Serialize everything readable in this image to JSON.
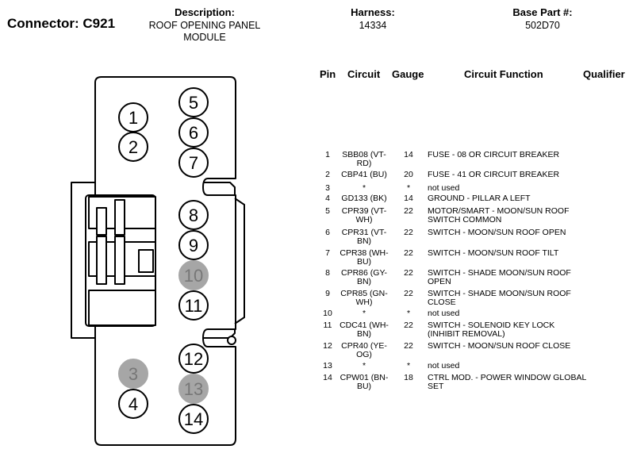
{
  "header": {
    "connector_label": "Connector: C921",
    "description_label": "Description:",
    "description_value": "ROOF OPENING PANEL MODULE",
    "harness_label": "Harness:",
    "harness_value": "14334",
    "base_part_label": "Base Part #:",
    "base_part_value": "502D70"
  },
  "diagram": {
    "pins": [
      {
        "num": "1",
        "filled": false
      },
      {
        "num": "2",
        "filled": false
      },
      {
        "num": "3",
        "filled": true
      },
      {
        "num": "4",
        "filled": false
      },
      {
        "num": "5",
        "filled": false
      },
      {
        "num": "6",
        "filled": false
      },
      {
        "num": "7",
        "filled": false
      },
      {
        "num": "8",
        "filled": false
      },
      {
        "num": "9",
        "filled": false
      },
      {
        "num": "10",
        "filled": true
      },
      {
        "num": "11",
        "filled": false
      },
      {
        "num": "12",
        "filled": false
      },
      {
        "num": "13",
        "filled": true
      },
      {
        "num": "14",
        "filled": false
      }
    ],
    "colors": {
      "used": "#ffffff",
      "unused": "#a6a6a6",
      "stroke": "#000000"
    }
  },
  "table": {
    "headers": {
      "pin": "Pin",
      "circuit": "Circuit",
      "gauge": "Gauge",
      "function": "Circuit Function",
      "qualifier": "Qualifier"
    },
    "rows": [
      {
        "pin": "1",
        "circuit": "SBB08 (VT-RD)",
        "gauge": "14",
        "function": "FUSE - 08 OR CIRCUIT BREAKER"
      },
      {
        "pin": "2",
        "circuit": "CBP41 (BU)",
        "gauge": "20",
        "function": "FUSE - 41 OR CIRCUIT BREAKER"
      },
      {
        "pin": "3",
        "circuit": "*",
        "gauge": "*",
        "function": "not used"
      },
      {
        "pin": "4",
        "circuit": "GD133 (BK)",
        "gauge": "14",
        "function": "GROUND - PILLAR A LEFT"
      },
      {
        "pin": "5",
        "circuit": "CPR39 (VT-WH)",
        "gauge": "22",
        "function": "MOTOR/SMART - MOON/SUN ROOF SWITCH COMMON"
      },
      {
        "pin": "6",
        "circuit": "CPR31 (VT-BN)",
        "gauge": "22",
        "function": "SWITCH - MOON/SUN ROOF OPEN"
      },
      {
        "pin": "7",
        "circuit": "CPR38 (WH-BU)",
        "gauge": "22",
        "function": "SWITCH - MOON/SUN ROOF TILT"
      },
      {
        "pin": "8",
        "circuit": "CPR86 (GY-BN)",
        "gauge": "22",
        "function": "SWITCH - SHADE MOON/SUN ROOF OPEN"
      },
      {
        "pin": "9",
        "circuit": "CPR85 (GN-WH)",
        "gauge": "22",
        "function": "SWITCH - SHADE MOON/SUN ROOF CLOSE"
      },
      {
        "pin": "10",
        "circuit": "*",
        "gauge": "*",
        "function": "not used"
      },
      {
        "pin": "11",
        "circuit": "CDC41 (WH-BN)",
        "gauge": "22",
        "function": "SWITCH - SOLENOID KEY LOCK (INHIBIT REMOVAL)"
      },
      {
        "pin": "12",
        "circuit": "CPR40 (YE-OG)",
        "gauge": "22",
        "function": "SWITCH - MOON/SUN ROOF CLOSE"
      },
      {
        "pin": "13",
        "circuit": "*",
        "gauge": "*",
        "function": "not used"
      },
      {
        "pin": "14",
        "circuit": "CPW01 (BN-BU)",
        "gauge": "18",
        "function": "CTRL MOD. - POWER WINDOW GLOBAL SET"
      }
    ]
  }
}
